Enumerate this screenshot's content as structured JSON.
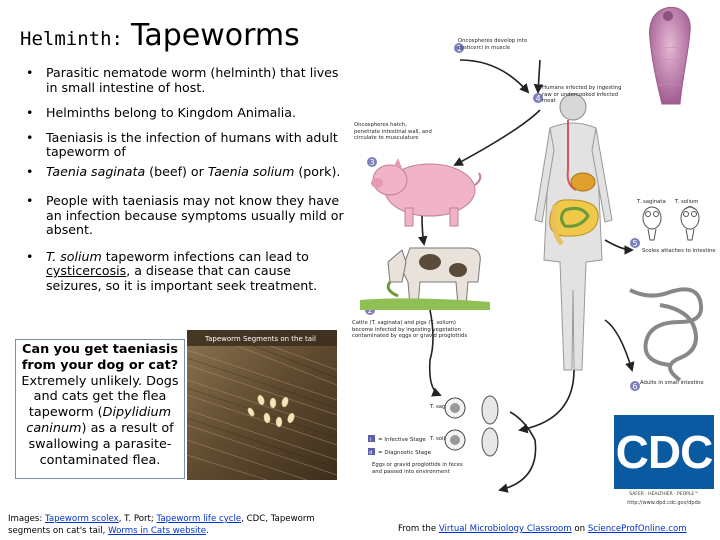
{
  "title": {
    "prefix": "Helminth:",
    "main": "Tapeworms"
  },
  "bullets": [
    {
      "marker": "•",
      "text": "Parasitic nematode worm (helminth) that lives in small intestine of host."
    },
    {
      "marker": "•",
      "text": "Helminths belong to Kingdom Animalia."
    },
    {
      "marker": "•",
      "text": "Taeniasis is the infection of humans with adult tapeworm of"
    },
    {
      "marker": "•",
      "text_italic_1": "Taenia saginata",
      "text_mid": " (beef) or ",
      "text_italic_2": "Taenia solium",
      "text_end": " (pork)."
    },
    {
      "marker": "•",
      "text": "People with taeniasis may not know they have an infection because symptoms usually mild or absent."
    },
    {
      "marker": "•",
      "text_italic": "T. solium",
      "text_mid": " tapeworm infections can lead to ",
      "text_link": "cysticercosis",
      "text_end": ", a disease that can cause seizures, so it is important seek treatment."
    }
  ],
  "question_box": {
    "question": "Can you get taeniasis from your dog or cat?",
    "answer_1": "Extremely unlikely. Dogs and cats get the flea tapeworm (",
    "answer_italic": "Dipylidium caninum",
    "answer_2": ") as a result of swallowing a parasite-contaminated flea."
  },
  "photo": {
    "caption": "Tapeworm Segments on the tail"
  },
  "life_cycle": {
    "step1_text": "Oncospheres develop into cysticerci in muscle",
    "step2_text": "Cattle (T. saginata) and pigs (T. solium) become infected by ingesting vegetation contaminated by eggs or gravid proglottids",
    "step3_text": "Oncospheres hatch, penetrate intestinal wall, and circulate to musculature",
    "step4_text": "Humans infected by ingesting raw or undercooked infected meat",
    "step5_text": "Scolex attaches to intestine",
    "step6_text": "Adults in small intestine",
    "eggs_text": "Eggs or gravid proglottids in feces and passed into environment",
    "label_saginata": "T. saginata",
    "label_solium": "T. solium",
    "legend_infective": "= Infective Stage",
    "legend_diagnostic": "= Diagnostic Stage",
    "legend_i": "i",
    "legend_d": "d",
    "num_1": "1",
    "num_2": "2",
    "num_3": "3",
    "num_4": "4",
    "num_5": "5",
    "num_6": "6"
  },
  "cdc": {
    "logo_text": "CDC",
    "tagline": "SAFER · HEALTHIER · PEOPLE™",
    "url": "http://www.dpd.cdc.gov/dpdx"
  },
  "credits": {
    "prefix": "Images: ",
    "link1": "Tapeworm scolex",
    "mid1": ", T. Port; ",
    "link2": "Tapeworm life cycle",
    "mid2": ", CDC, Tapeworm segments on cat's tail, ",
    "link3": "Worms in Cats website",
    "end": "."
  },
  "from": {
    "prefix": "From the ",
    "link1": "Virtual Microbiology Classroom",
    "mid": " on ",
    "link2": "ScienceProfOnline.com"
  },
  "colors": {
    "link": "#0033cc",
    "cdc_blue": "#0a5aa2",
    "step_circle": "#7b7fbd",
    "arrow": "#222222"
  }
}
